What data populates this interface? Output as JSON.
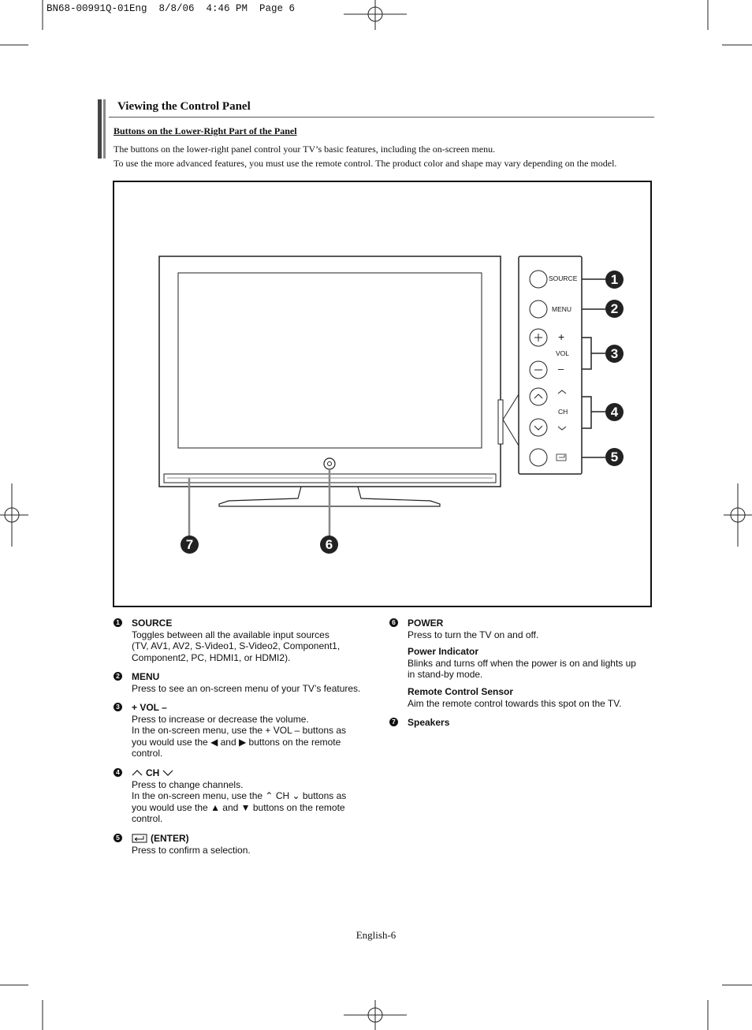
{
  "print_slug": "BN68-00991Q-01Eng  8/8/06  4:46 PM  Page 6",
  "section_title": "Viewing the Control Panel",
  "subsection_title": "Buttons on the Lower-Right Part of the Panel",
  "intro": [
    "The buttons on the lower-right panel control your TV’s basic features, including the on-screen menu.",
    "To use the more advanced features, you must use the remote control. The product color and shape may vary depending on the model."
  ],
  "figure": {
    "panel_labels": {
      "source": "SOURCE",
      "menu": "MENU",
      "vol_plus": "+",
      "vol": "VOL",
      "vol_minus": "–",
      "ch": "CH"
    },
    "callouts": [
      "1",
      "2",
      "3",
      "4",
      "5",
      "6",
      "7"
    ]
  },
  "items_left": [
    {
      "num": "1",
      "title": "SOURCE",
      "lines": [
        "Toggles between all the available input sources",
        "(TV, AV1, AV2, S-Video1, S-Video2, Component1,",
        "Component2, PC, HDMI1, or HDMI2)."
      ]
    },
    {
      "num": "2",
      "title": "MENU",
      "lines": [
        "Press to see an on-screen menu of your TV’s features."
      ]
    },
    {
      "num": "3",
      "title": "+ VOL –",
      "lines": [
        "Press to increase or decrease the volume.",
        "In the on-screen menu, use the + VOL – buttons as",
        "you would use the ◀ and ▶ buttons on the remote",
        "control."
      ]
    },
    {
      "num": "4",
      "title": "CH",
      "lines": [
        "Press to change channels.",
        "In the on-screen menu, use the ⌃ CH ⌄ buttons as",
        "you would use the ▲ and ▼ buttons on the remote",
        "control."
      ]
    },
    {
      "num": "5",
      "title": "(ENTER)",
      "lines": [
        "Press to confirm a selection."
      ]
    }
  ],
  "items_right": [
    {
      "num": "6",
      "title": "POWER",
      "lines": [
        "Press to turn the TV on and off."
      ]
    },
    {
      "num": "",
      "title": "Power Indicator",
      "lines": [
        "Blinks and turns off when the power is on and lights up",
        "in stand-by mode."
      ]
    },
    {
      "num": "",
      "title": "Remote Control Sensor",
      "lines": [
        "Aim the remote control towards this spot on the TV."
      ]
    },
    {
      "num": "7",
      "title": "Speakers",
      "lines": []
    }
  ],
  "footer": "English-6"
}
